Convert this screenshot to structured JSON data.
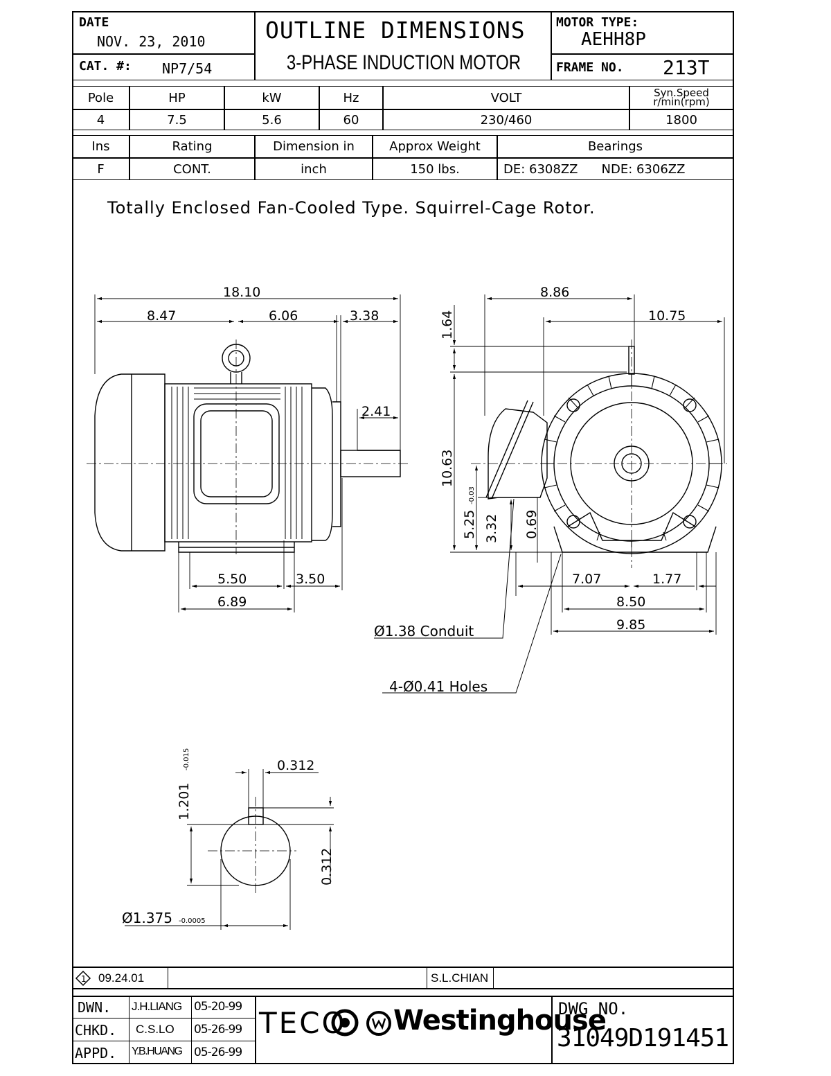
{
  "header": {
    "date_label": "DATE",
    "date_value": "NOV. 23, 2010",
    "cat_label": "CAT. #:",
    "cat_value": "NP7/54",
    "title_line1": "OUTLINE DIMENSIONS",
    "title_line2": "3-PHASE  INDUCTION  MOTOR",
    "motor_type_label": "MOTOR TYPE:",
    "motor_type_value": "AEHH8P",
    "frame_label": "FRAME NO.",
    "frame_value": "213T"
  },
  "spec_table_1": {
    "headers": [
      "Pole",
      "HP",
      "kW",
      "Hz",
      "VOLT",
      "Syn.Speed r/min(rpm)"
    ],
    "values": [
      "4",
      "7.5",
      "5.6",
      "60",
      "230/460",
      "1800"
    ]
  },
  "spec_table_2": {
    "headers": [
      "Ins",
      "Rating",
      "Dimension in",
      "Approx Weight",
      "Bearings"
    ],
    "values": [
      "F",
      "CONT.",
      "inch",
      "150 lbs.",
      "DE: 6308ZZ",
      "NDE: 6306ZZ"
    ]
  },
  "description": "Totally Enclosed Fan-Cooled Type. Squirrel-Cage Rotor.",
  "dimensions": {
    "overall_length": "18.10",
    "fan_end": "8.47",
    "center_span": "6.06",
    "shaft_ext": "3.38",
    "shaft_key_len": "2.41",
    "foot_span": "5.50",
    "foot_to_shaft": "3.50",
    "base_length": "6.89",
    "width_top": "8.86",
    "half_width": "10.75",
    "eyebolt_height": "1.64",
    "total_height": "10.63",
    "shaft_height": "5.25",
    "shaft_height_tol": "-0.03",
    "box_height": "3.32",
    "foot_thickness": "0.69",
    "half_base": "7.07",
    "foot_offset": "1.77",
    "foot_width": "8.50",
    "base_width": "9.85",
    "conduit": "Ø1.38 Conduit",
    "holes": "4-Ø0.41 Holes",
    "keyway_width": "0.312",
    "key_depth": "1.201",
    "key_depth_tol": "-0.015",
    "key_height": "0.312",
    "shaft_dia": "Ø1.375",
    "shaft_dia_tol": "-0.0005"
  },
  "revision": {
    "date": "09.24.01",
    "by": "S.L.CHIAN"
  },
  "title_block": {
    "rows": [
      {
        "role": "DWN.",
        "name": "J.H.LIANG",
        "date": "05-20-99"
      },
      {
        "role": "CHKD.",
        "name": "C.S.LO",
        "date": "05-26-99"
      },
      {
        "role": "APPD.",
        "name": "Y.B.HUANG",
        "date": "05-26-99"
      }
    ],
    "brand1": "TECO",
    "brand2": "Westinghouse",
    "dwg_label": "DWG NO.",
    "dwg_no": "31049D191451"
  }
}
